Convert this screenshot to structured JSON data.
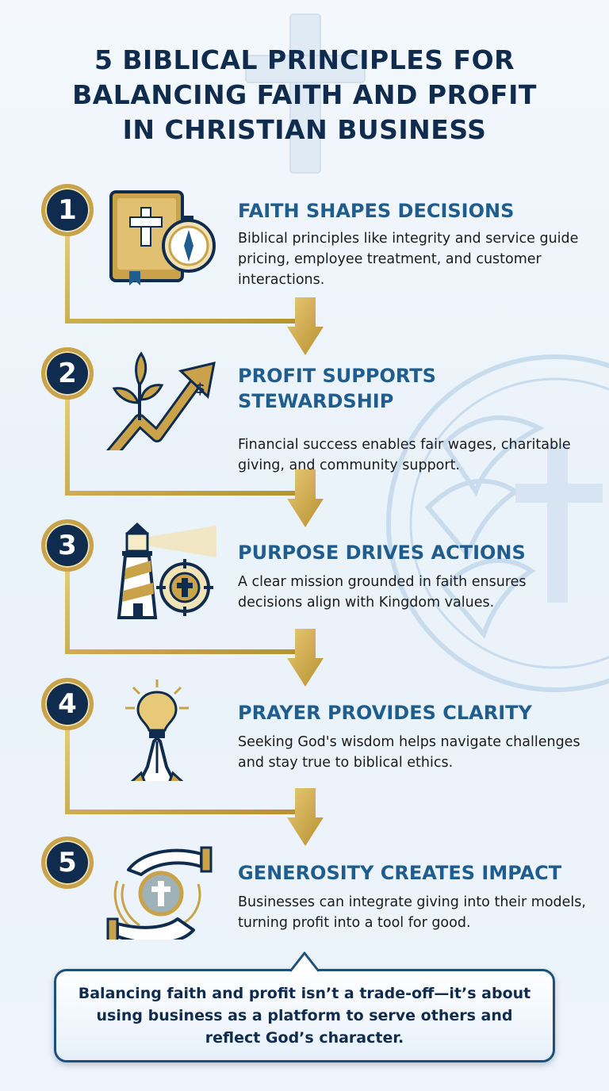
{
  "title": {
    "line1": "5 BIBLICAL PRINCIPLES FOR",
    "line2": "BALANCING FAITH AND PROFIT",
    "line3": "IN CHRISTIAN BUSINESS"
  },
  "colors": {
    "navy": "#0f2c4f",
    "gold": "#c9a24a",
    "heading_blue": "#1f5d8e",
    "watermark": "#c9dcee"
  },
  "steps": [
    {
      "number": "1",
      "icon": "bible-compass-icon",
      "title": "FAITH SHAPES DECISIONS",
      "description": "Biblical principles like integrity and service guide pricing, employee treatment, and customer interactions."
    },
    {
      "number": "2",
      "icon": "plant-growth-arrow-icon",
      "title": "PROFIT SUPPORTS STEWARDSHIP",
      "description": "Financial success enables fair wages, charitable giving, and community support."
    },
    {
      "number": "3",
      "icon": "lighthouse-target-icon",
      "title": "PURPOSE DRIVES ACTIONS",
      "description": "A clear mission grounded in faith ensures decisions align with Kingdom values."
    },
    {
      "number": "4",
      "icon": "lightbulb-praying-hands-icon",
      "title": "PRAYER PROVIDES CLARITY",
      "description": "Seeking God's wisdom helps navigate challenges and stay true to biblical ethics."
    },
    {
      "number": "5",
      "icon": "hands-globe-cross-icon",
      "title": "GENEROSITY CREATES IMPACT",
      "description": "Businesses can integrate giving into their models, turning profit into a tool for good."
    }
  ],
  "callout": {
    "text": "Balancing faith and profit isn’t a trade-off—it’s about using business as a platform to serve others and reflect God’s character."
  }
}
